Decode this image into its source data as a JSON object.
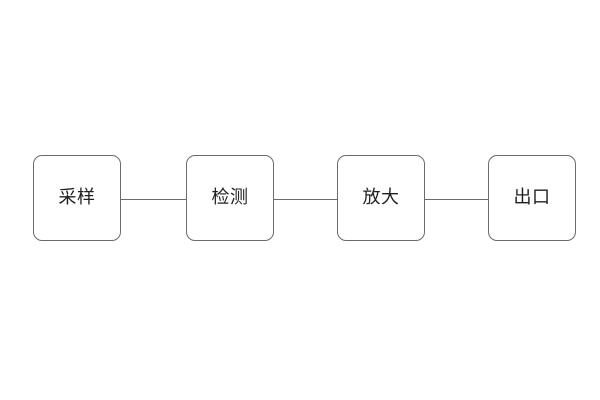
{
  "diagram": {
    "title": "",
    "background_color": "#ffffff",
    "node_stroke_color": "#6b6b6b",
    "node_fill_color": "#ffffff",
    "label_color": "#1f1f1f",
    "connector_color": "#6b6b6b",
    "nodes": [
      {
        "id": "sampling",
        "label": "采样"
      },
      {
        "id": "detection",
        "label": "检测"
      },
      {
        "id": "amplification",
        "label": "放大"
      },
      {
        "id": "outlet",
        "label": "出口"
      }
    ],
    "connectors": [
      {
        "from": "sampling",
        "to": "detection",
        "type": "line"
      },
      {
        "from": "detection",
        "to": "amplification",
        "type": "line"
      },
      {
        "from": "amplification",
        "to": "outlet",
        "type": "line"
      }
    ]
  }
}
